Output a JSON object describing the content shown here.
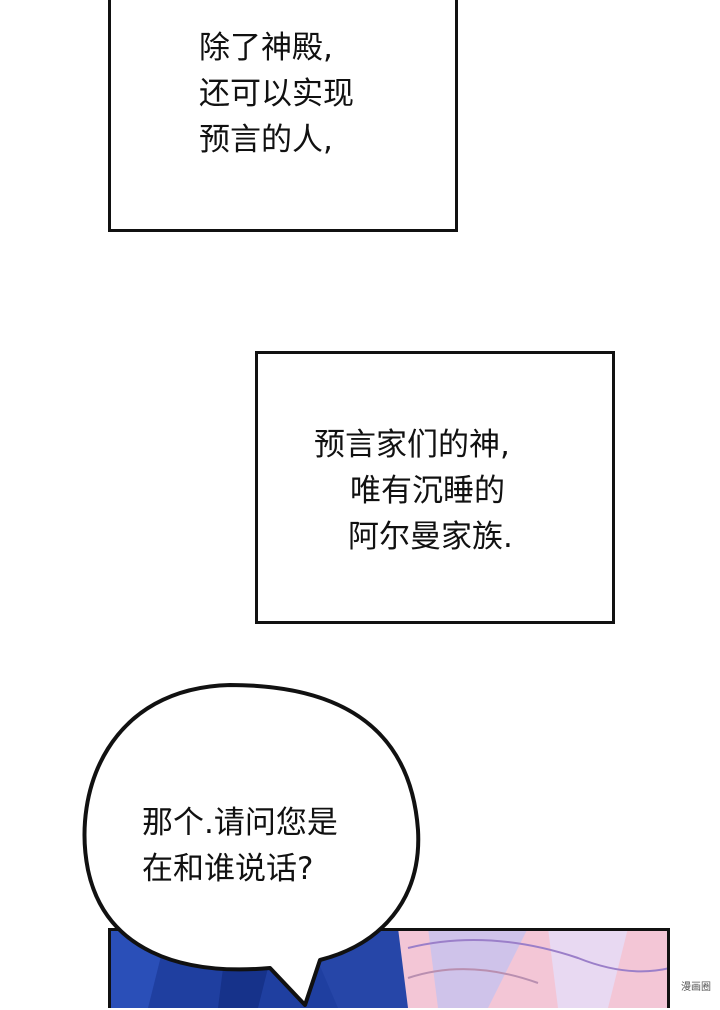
{
  "panels": [
    {
      "lines": [
        "除了神殿,",
        "还可以实现",
        "预言的人,"
      ]
    },
    {
      "lines": [
        "预言家们的神,",
        "唯有沉睡的",
        "阿尔曼家族."
      ]
    }
  ],
  "speech_bubble": {
    "lines": [
      "那个.请问您是",
      "在和谁说话?"
    ]
  },
  "watermark": "漫画圈",
  "colors": {
    "ink": "#111111",
    "paper": "#ffffff",
    "hair_blue": "#1f3fa0",
    "hair_pink": "#f3c6d6",
    "hair_lavender": "#cfc3ea"
  }
}
